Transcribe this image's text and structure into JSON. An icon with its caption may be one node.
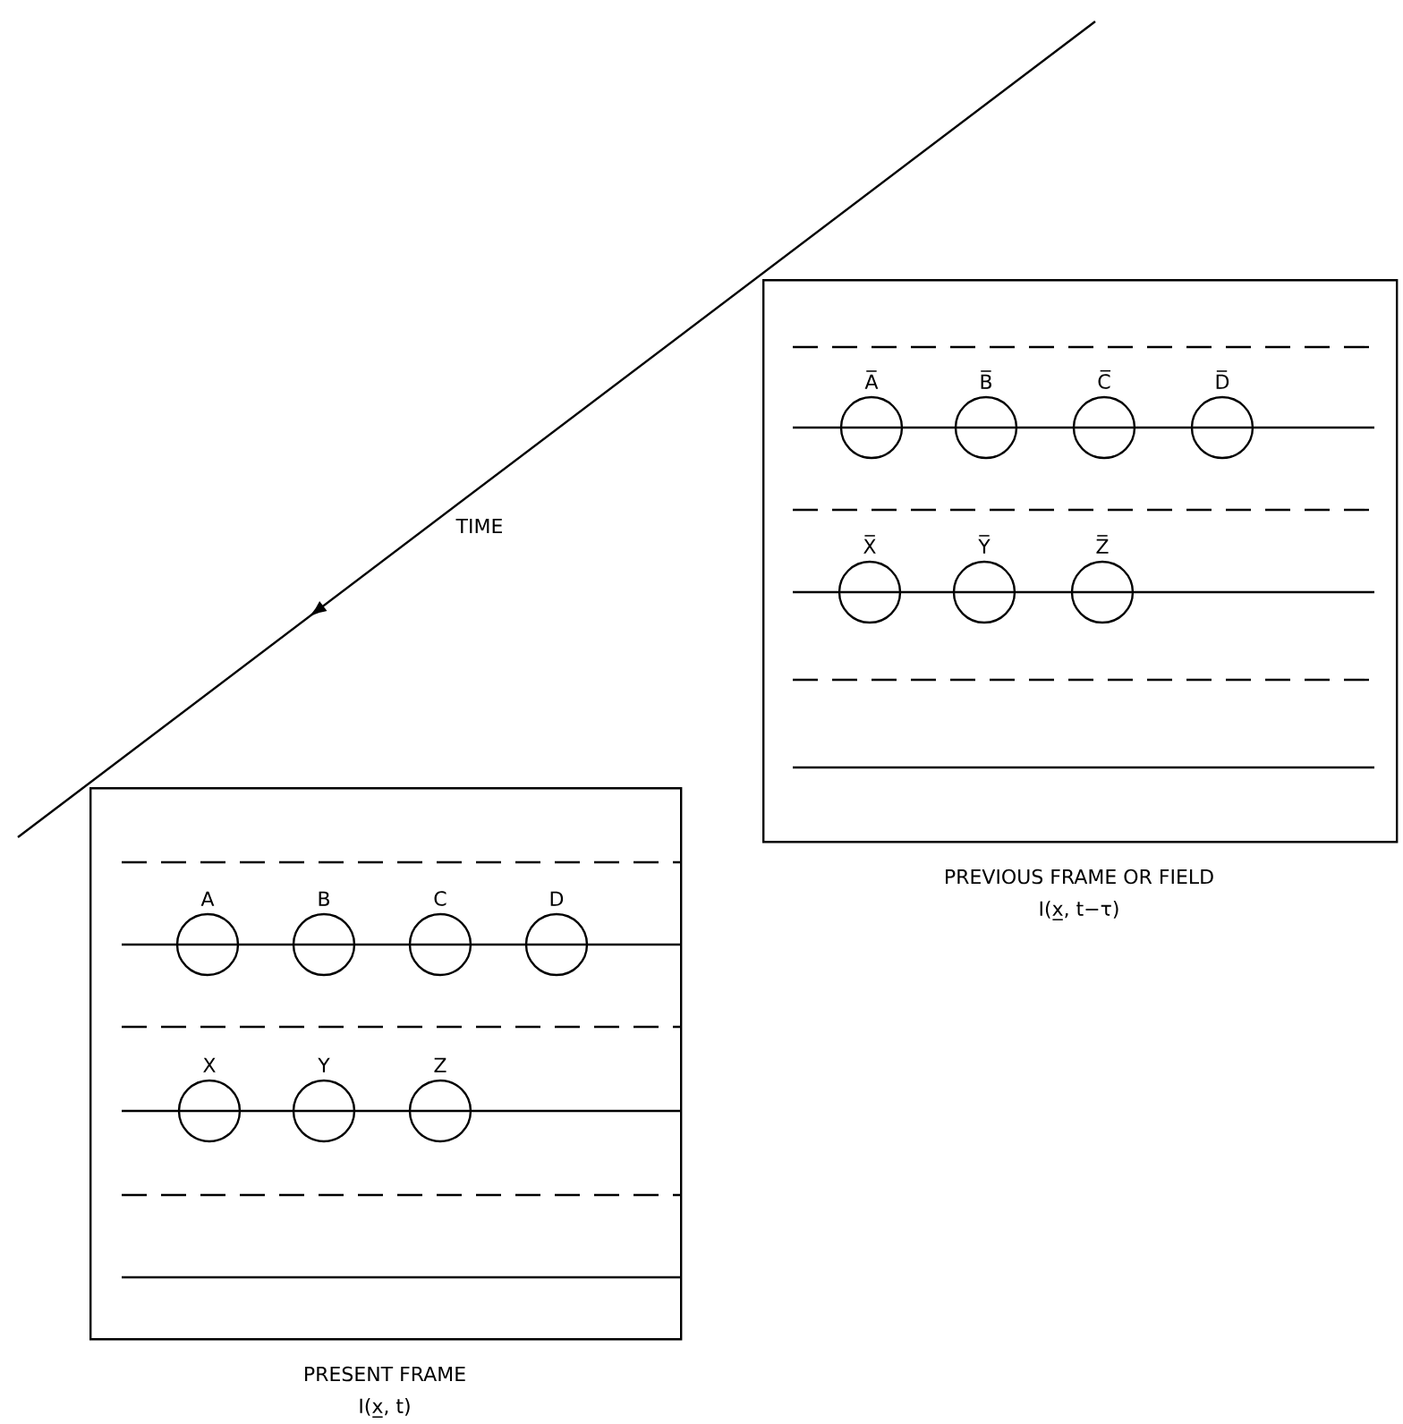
{
  "diagram": {
    "nodes": [
      {
        "text": [],
        "shape": "box",
        "beside": [
          "PREVIOUS FRAME OR FIELD",
          "I(x̲, t−τ)"
        ]
      },
      {
        "text": [
          "A̅"
        ],
        "in": 0
      },
      {
        "text": [
          "B̅"
        ],
        "in": 0
      },
      {
        "text": [
          "C̅"
        ],
        "in": 0
      },
      {
        "text": [
          "D̅"
        ],
        "in": 0
      },
      {
        "text": [
          "X̅"
        ],
        "in": 0
      },
      {
        "text": [
          "Y̅"
        ],
        "in": 0
      },
      {
        "text": [
          "Z̅"
        ],
        "in": 0
      },
      {
        "text": [],
        "shape": "box",
        "beside": [
          "PRESENT FRAME",
          "I(x̲, t)"
        ]
      },
      {
        "text": [
          "A"
        ],
        "in": 8
      },
      {
        "text": [
          "B"
        ],
        "in": 8
      },
      {
        "text": [
          "C"
        ],
        "in": 8
      },
      {
        "text": [
          "D"
        ],
        "in": 8
      },
      {
        "text": [
          "X"
        ],
        "in": 8
      },
      {
        "text": [
          "Y"
        ],
        "in": 8
      },
      {
        "text": [
          "Z"
        ],
        "in": 8
      }
    ],
    "edges": [],
    "labels": [
      "TIME"
    ]
  }
}
